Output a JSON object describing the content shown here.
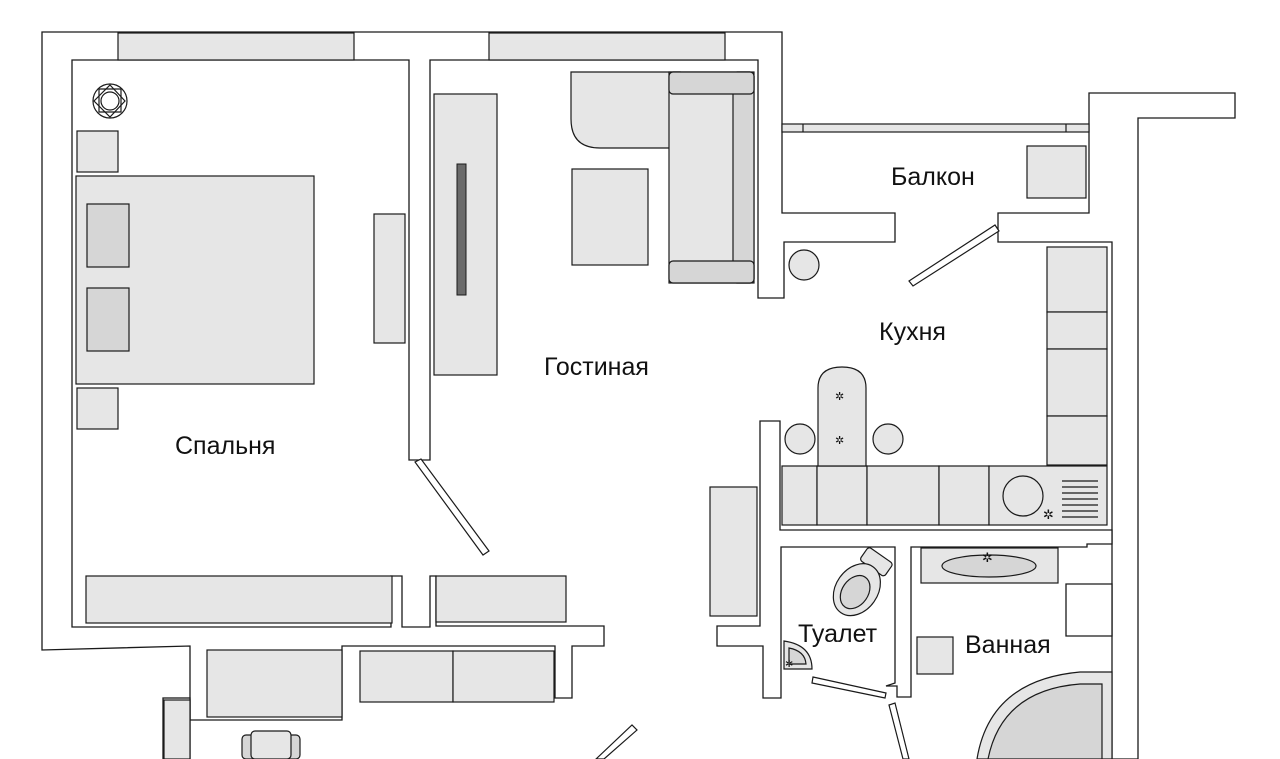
{
  "rooms": {
    "bedroom": "Спальня",
    "living": "Гостиная",
    "balcony": "Балкон",
    "kitchen": "Кухня",
    "toilet": "Туалет",
    "bathroom": "Ванная"
  },
  "colors": {
    "wall_stroke": "#1a1a1a",
    "furniture_fill": "#e6e6e6",
    "furniture_dark": "#6a6a6a",
    "background": "#ffffff"
  }
}
